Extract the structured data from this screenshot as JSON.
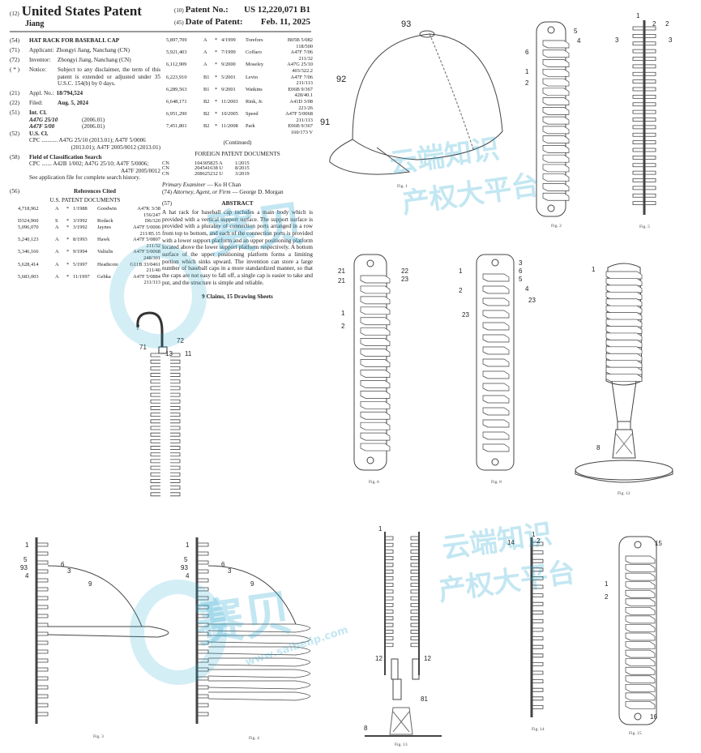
{
  "header": {
    "code12": "(12)",
    "title": "United States Patent",
    "inventor_short": "Jiang",
    "code10": "(10)",
    "patent_no_label": "Patent No.:",
    "patent_no": "US 12,220,071 B1",
    "code45": "(45)",
    "date_label": "Date of Patent:",
    "date": "Feb. 11, 2025"
  },
  "biblio": [
    {
      "code": "(54)",
      "label": "",
      "value": "HAT RACK FOR BASEBALL CAP"
    },
    {
      "code": "(71)",
      "label": "Applicant:",
      "value": "Zhongyi Jiang, Nanchang (CN)"
    },
    {
      "code": "(72)",
      "label": "Inventor:",
      "value": "Zhongyi Jiang, Nanchang (CN)"
    },
    {
      "code": "( * )",
      "label": "Notice:",
      "value": "Subject to any disclaimer, the term of this patent is extended or adjusted under 35 U.S.C. 154(b) by 0 days."
    },
    {
      "code": "(21)",
      "label": "Appl. No.:",
      "value": "18/794,524"
    },
    {
      "code": "(22)",
      "label": "Filed:",
      "value": "Aug. 5, 2024"
    }
  ],
  "int_cl": {
    "code": "(51)",
    "title": "Int. Cl.",
    "items": [
      {
        "cls": "A47G 25/10",
        "ver": "(2006.01)"
      },
      {
        "cls": "A47F 5/00",
        "ver": "(2006.01)"
      }
    ]
  },
  "us_cl": {
    "code": "(52)",
    "title": "U.S. Cl.",
    "line1": "CPC ........... A47G 25/10 (2013.01); A47F 5/0006",
    "line2": "(2013.01); A47F 2005/0012 (2013.01)"
  },
  "field": {
    "code": "(58)",
    "title": "Field of Classification Search",
    "line1": "CPC ....... A42B 1/002; A47G 25/10; A47F 5/0006;",
    "line2": "A47F 2005/0012",
    "line3": "See application file for complete search history."
  },
  "refs": {
    "code": "(56)",
    "title": "References Cited",
    "subtitle": "U.S. PATENT DOCUMENTS",
    "left": [
      {
        "no": "4,718,962",
        "kind": "A",
        "star": "*",
        "date": "1/1988",
        "name": "Goodwin",
        "cls": "A47K 3/38",
        "sub": "156/247"
      },
      {
        "no": "D324,960",
        "kind": "S",
        "star": "*",
        "date": "3/1992",
        "name": "Rodack",
        "cls": "D6/320",
        "sub": ""
      },
      {
        "no": "5,096,070",
        "kind": "A",
        "star": "*",
        "date": "3/1992",
        "name": "Jaynes",
        "cls": "A47F 5/0006",
        "sub": "211/85.15"
      },
      {
        "no": "5,240,123",
        "kind": "A",
        "star": "*",
        "date": "8/1993",
        "name": "Hawk",
        "cls": "A47F 5/0807",
        "sub": "211/32"
      },
      {
        "no": "5,346,166",
        "kind": "A",
        "star": "*",
        "date": "9/1994",
        "name": "Valiulis",
        "cls": "A47F 5/0068",
        "sub": "248/301"
      },
      {
        "no": "5,628,414",
        "kind": "A",
        "star": "*",
        "date": "5/1997",
        "name": "Heathcote",
        "cls": "G11B 33/0461",
        "sub": "211/40"
      },
      {
        "no": "5,683,003",
        "kind": "A",
        "star": "*",
        "date": "11/1997",
        "name": "Gebka",
        "cls": "A47F 5/0884",
        "sub": "211/113"
      }
    ],
    "right": [
      {
        "no": "5,897,709",
        "kind": "A",
        "star": "*",
        "date": "4/1999",
        "name": "Torefors",
        "cls": "B05B 5/082",
        "sub": "118/500"
      },
      {
        "no": "5,921,403",
        "kind": "A",
        "star": "*",
        "date": "7/1999",
        "name": "Coffaro",
        "cls": "A47F 7/06",
        "sub": "211/32"
      },
      {
        "no": "6,112,909",
        "kind": "A",
        "star": "*",
        "date": "9/2000",
        "name": "Moseley",
        "cls": "A47G 25/10",
        "sub": "403/322.2"
      },
      {
        "no": "6,223,910",
        "kind": "B1",
        "star": "*",
        "date": "5/2001",
        "name": "Levin",
        "cls": "A47F 7/06",
        "sub": "211/113"
      },
      {
        "no": "6,289,563",
        "kind": "B1",
        "star": "*",
        "date": "9/2001",
        "name": "Watkins",
        "cls": "E06B 9/367",
        "sub": "428/40.1"
      },
      {
        "no": "6,648,171",
        "kind": "B2",
        "star": "*",
        "date": "11/2003",
        "name": "Rink, Jr.",
        "cls": "A41D 3/08",
        "sub": "221/26"
      },
      {
        "no": "6,951,290",
        "kind": "B2",
        "star": "*",
        "date": "10/2005",
        "name": "Speed",
        "cls": "A47F 5/0068",
        "sub": "211/113"
      },
      {
        "no": "7,451,801",
        "kind": "B2",
        "star": "*",
        "date": "11/2008",
        "name": "Park",
        "cls": "E06B 9/367",
        "sub": "160/173 V"
      }
    ],
    "continued": "(Continued)",
    "foreign_title": "FOREIGN PATENT DOCUMENTS",
    "foreign": [
      {
        "cc": "CN",
        "no": "104305825 A",
        "date": "1/2015"
      },
      {
        "cc": "CN",
        "no": "204541638 U",
        "date": "8/2015"
      },
      {
        "cc": "CN",
        "no": "208625232 U",
        "date": "3/2019"
      }
    ]
  },
  "examiner": {
    "label": "Primary Examiner",
    "value": "— Ko H Chan"
  },
  "attorney": {
    "code": "(74)",
    "label": "Attorney, Agent, or Firm",
    "value": "— George D. Morgan"
  },
  "abstract": {
    "code": "(57)",
    "title": "ABSTRACT",
    "text": "A hat rack for baseball cap includes a main body which is provided with a vertical support surface. The support surface is provided with a plurality of connection ports arranged in a row from top to bottom, and each of the connection ports is provided with a lower support platform and an upper positioning platform located above the lower support platform respectively. A bottom surface of the upper positioning platform forms a limiting portion which sinks upward. The invention can store a large number of baseball caps in a more standardized manner, so that the caps are not easy to fall off, a single cap is easier to take and put, and the structure is simple and reliable.",
    "claims": "9 Claims, 15 Drawing Sheets"
  },
  "figures": {
    "fig1": {
      "caption": "Fig. 1",
      "labels": [
        "93",
        "92",
        "91"
      ]
    },
    "fig2": {
      "caption": "Fig. 2",
      "labels": [
        "5",
        "4",
        "6",
        "1",
        "2"
      ]
    },
    "fig5": {
      "caption": "Fig. 5",
      "labels": [
        "1",
        "2",
        "2",
        "3",
        "3"
      ]
    },
    "fig7": {
      "labels": [
        "7",
        "71",
        "72",
        "13",
        "11"
      ]
    },
    "fig6": {
      "caption": "Fig. 6",
      "labels": [
        "21",
        "21",
        "22",
        "23",
        "1",
        "2"
      ]
    },
    "fig8": {
      "caption": "Fig. 8",
      "labels": [
        "1",
        "3",
        "6",
        "5",
        "2",
        "4",
        "23",
        "23"
      ]
    },
    "fig12": {
      "caption": "Fig. 12",
      "labels": [
        "1",
        "8"
      ]
    },
    "fig3": {
      "caption": "Fig. 3",
      "labels": [
        "1",
        "5",
        "93",
        "4",
        "6",
        "3",
        "9"
      ]
    },
    "fig4": {
      "caption": "Fig. 4",
      "labels": [
        "1",
        "5",
        "93",
        "4",
        "6",
        "3",
        "9"
      ]
    },
    "fig13": {
      "caption": "Fig. 13",
      "labels": [
        "1",
        "12",
        "12",
        "81",
        "8"
      ]
    },
    "fig14": {
      "caption": "Fig. 14",
      "labels": [
        "14",
        "1",
        "2"
      ]
    },
    "fig15": {
      "caption": "Fig. 15",
      "labels": [
        "15",
        "1",
        "2",
        "16"
      ]
    }
  },
  "watermark": {
    "brand": "赛贝",
    "slogan1": "云端知识",
    "slogan2": "产权大平台",
    "url": "www.saibeiip.com"
  }
}
